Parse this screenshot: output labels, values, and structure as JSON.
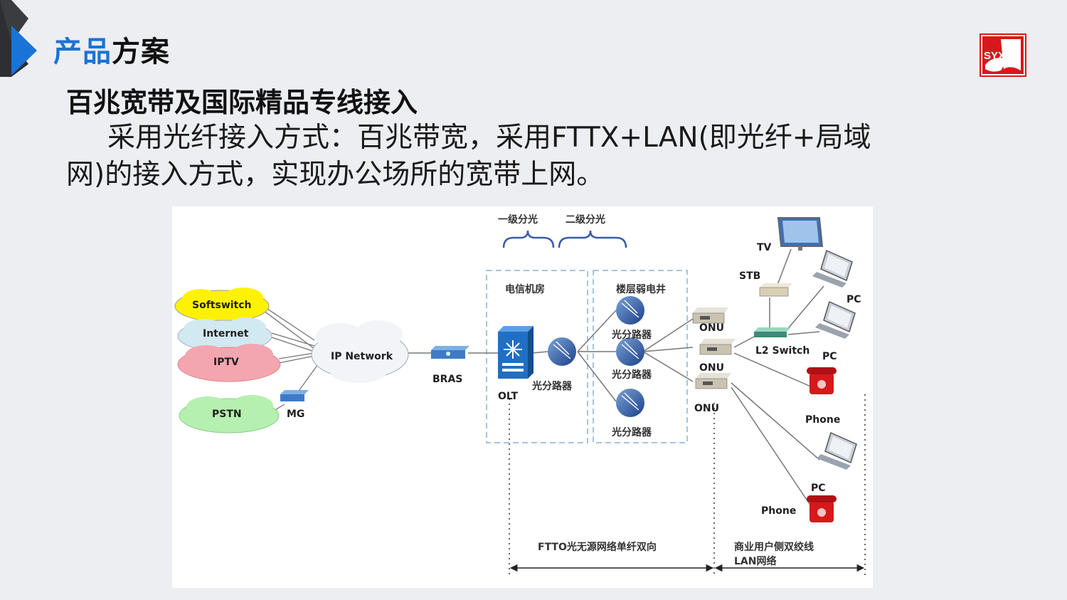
{
  "slide": {
    "title_part1": "产品",
    "title_part2": "方案",
    "logo_text": "SYX",
    "heading": "百兆宽带及国际精品专线接入",
    "body_line1": "采用光纤接入方式：百兆带宽，采用FTTX+LAN(即光纤+局域",
    "body_line2": "网)的接入方式，实现办公场所的宽带上网。"
  },
  "colors": {
    "accent_blue": "#1a73d6",
    "logo_red": "#d7191c",
    "cloud_yellow": "#fff200",
    "cloud_blue": "#d2e9f2",
    "cloud_pink": "#f4a6b0",
    "cloud_green": "#b6f0b0"
  },
  "diagram": {
    "split_level1": "一级分光",
    "split_level2": "二级分光",
    "telecom_room": "电信机房",
    "floor_shaft": "楼层弱电井",
    "clouds": {
      "softswitch": "Softswitch",
      "internet": "Internet",
      "iptv": "IPTV",
      "pstn": "PSTN",
      "ip_network": "IP Network"
    },
    "mg": "MG",
    "bras": "BRAS",
    "olt": "OLT",
    "splitter": "光分路器",
    "onu": "ONU",
    "tv": "TV",
    "stb": "STB",
    "l2_switch": "L2 Switch",
    "pc": "PC",
    "phone": "Phone",
    "ftto": "FTTO光无源网络单纤双向",
    "lan_line1": "商业用户侧双绞线",
    "lan_line2": "LAN网络"
  }
}
